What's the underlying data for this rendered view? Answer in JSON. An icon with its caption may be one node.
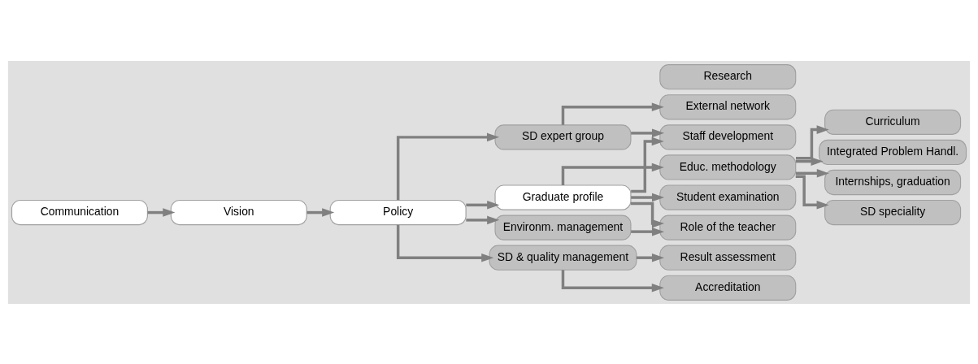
{
  "diagram": {
    "nodes": [
      {
        "text": [
          "Communication"
        ]
      },
      {
        "text": [
          "Vision"
        ]
      },
      {
        "text": [
          "Policy"
        ]
      },
      {
        "text": [
          "SD expert group"
        ]
      },
      {
        "text": [
          "Graduate profile"
        ]
      },
      {
        "text": [
          "Environm. management"
        ]
      },
      {
        "text": [
          "SD & quality management"
        ]
      },
      {
        "text": [
          "External network"
        ]
      },
      {
        "text": [
          "Research"
        ]
      },
      {
        "text": [
          "Staff development"
        ]
      },
      {
        "text": [
          "Educ. methodology"
        ]
      },
      {
        "text": [
          "Student examination"
        ]
      },
      {
        "text": [
          "Role of the teacher"
        ]
      },
      {
        "text": [
          "Result assessment"
        ]
      },
      {
        "text": [
          "Accreditation"
        ]
      },
      {
        "text": [
          "Curriculum"
        ]
      },
      {
        "text": [
          "Integrated Problem Handl."
        ]
      },
      {
        "text": [
          "Internships, graduation"
        ]
      },
      {
        "text": [
          "SD speciality"
        ]
      }
    ],
    "edges": [
      {
        "from": 0,
        "to": 1,
        "arrow": "to"
      },
      {
        "from": 1,
        "to": 2,
        "arrow": "to"
      },
      {
        "from": 2,
        "to": 3,
        "arrow": "to"
      },
      {
        "from": 2,
        "to": 4,
        "arrow": "to"
      },
      {
        "from": 2,
        "to": 5,
        "arrow": "to"
      },
      {
        "from": 2,
        "to": 6,
        "arrow": "to"
      },
      {
        "from": 3,
        "to": 7,
        "arrow": "to"
      },
      {
        "from": 3,
        "to": 9,
        "arrow": "to"
      },
      {
        "from": 4,
        "to": 9,
        "arrow": "to"
      },
      {
        "from": 4,
        "to": 10,
        "arrow": "to"
      },
      {
        "from": 4,
        "to": 11,
        "arrow": "to"
      },
      {
        "from": 4,
        "to": 12,
        "arrow": "to"
      },
      {
        "from": 5,
        "to": 12,
        "arrow": "to"
      },
      {
        "from": 6,
        "to": 13,
        "arrow": "to"
      },
      {
        "from": 6,
        "to": 14,
        "arrow": "to"
      },
      {
        "from": 10,
        "to": 15,
        "arrow": "to"
      },
      {
        "from": 10,
        "to": 16,
        "arrow": "to"
      },
      {
        "from": 10,
        "to": 17,
        "arrow": "to"
      },
      {
        "from": 10,
        "to": 18,
        "arrow": "to"
      }
    ]
  }
}
